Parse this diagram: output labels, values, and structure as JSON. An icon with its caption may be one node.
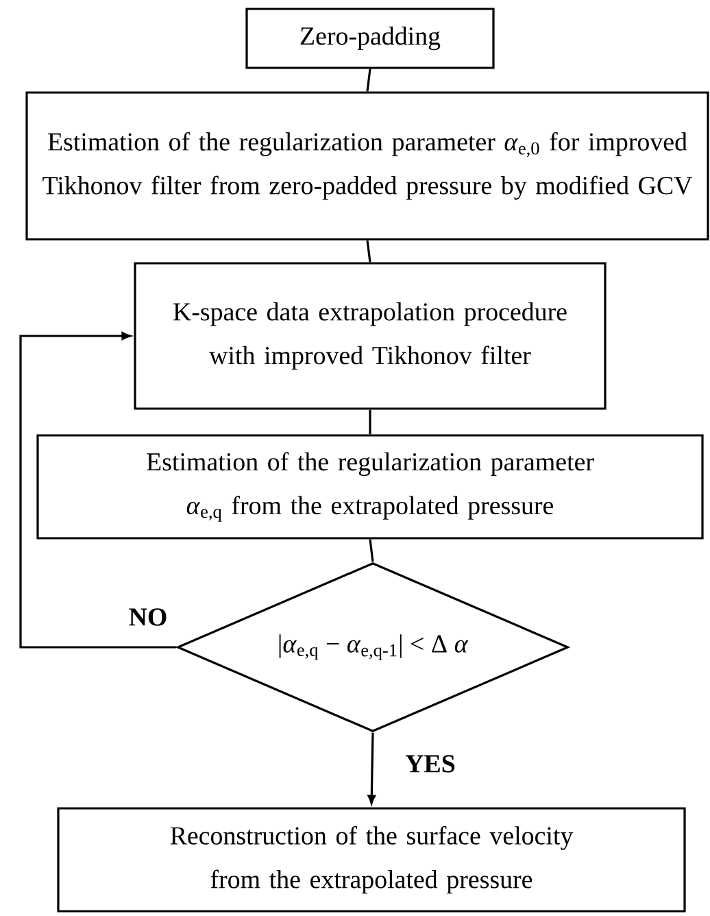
{
  "diagram": {
    "nodes": [
      {
        "text": [
          "Zero-padding"
        ]
      },
      {
        "text": [
          "Estimation of the regularization parameter *α*$_{e,0}$ for improved Tikhonov filter from zero-padded pressure by modified GCV"
        ]
      },
      {
        "text": [
          "K-space data extrapolation procedure with improved Tikhonov filter"
        ]
      },
      {
        "text": [
          "Estimation of the regularization parameter *α*$_{e,q}$ from the extrapolated pressure"
        ]
      },
      {
        "text": [
          "|*α*$_{e,q}$ − *α*$_{e,q-1}$| < Δ *α*"
        ]
      },
      {
        "text": [
          "Reconstruction of the surface velocity from the extrapolated pressure"
        ]
      }
    ],
    "edges": [
      {
        "from": 0,
        "to": 1,
        "arrow": "none"
      },
      {
        "from": 1,
        "to": 2,
        "arrow": "none"
      },
      {
        "from": 2,
        "to": 3,
        "arrow": "none"
      },
      {
        "from": 3,
        "to": 4,
        "arrow": "none"
      },
      {
        "from": 4,
        "to": 2,
        "arrow": "to",
        "label": "NO"
      },
      {
        "from": 4,
        "to": 5,
        "arrow": "to",
        "label": "YES"
      }
    ]
  }
}
